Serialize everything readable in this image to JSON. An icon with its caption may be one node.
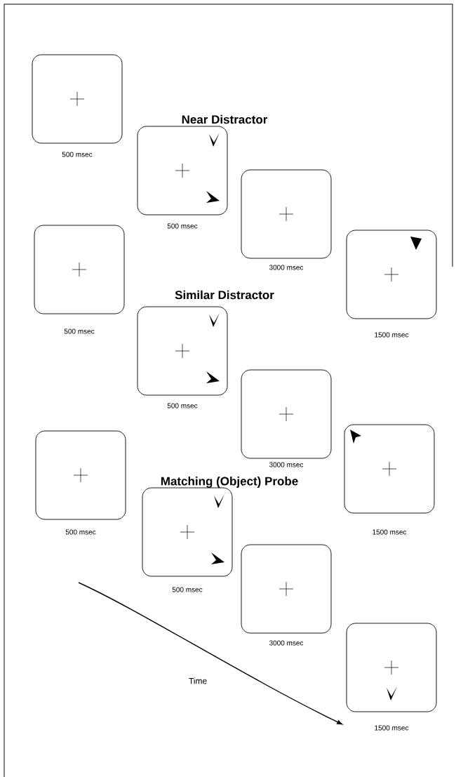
{
  "diagram": {
    "nodes": [
      {
        "text": [],
        "shape": "box",
        "beside": [
          "500 msec"
        ]
      },
      {
        "text": [],
        "shape": "box",
        "beside": [
          "500 msec"
        ]
      },
      {
        "text": [],
        "shape": "box",
        "beside": [
          "3000 msec"
        ]
      },
      {
        "text": [],
        "shape": "box",
        "beside": [
          "1500 msec"
        ]
      },
      {
        "text": [],
        "shape": "box",
        "beside": [
          "500 msec"
        ]
      },
      {
        "text": [],
        "shape": "box",
        "beside": [
          "500 msec"
        ]
      },
      {
        "text": [],
        "shape": "box",
        "beside": [
          "3000 msec"
        ]
      },
      {
        "text": [],
        "shape": "box",
        "beside": [
          "1500 msec"
        ]
      },
      {
        "text": [],
        "shape": "box",
        "beside": [
          "500 msec"
        ]
      },
      {
        "text": [],
        "shape": "box",
        "beside": [
          "500 msec"
        ]
      },
      {
        "text": [],
        "shape": "box",
        "beside": [
          "3000 msec"
        ]
      },
      {
        "text": [],
        "shape": "box",
        "beside": [
          "1500 msec"
        ]
      }
    ],
    "labels": [
      "Near Distractor",
      "Similar Distractor",
      "Matching (Object) Probe",
      "Time"
    ]
  }
}
